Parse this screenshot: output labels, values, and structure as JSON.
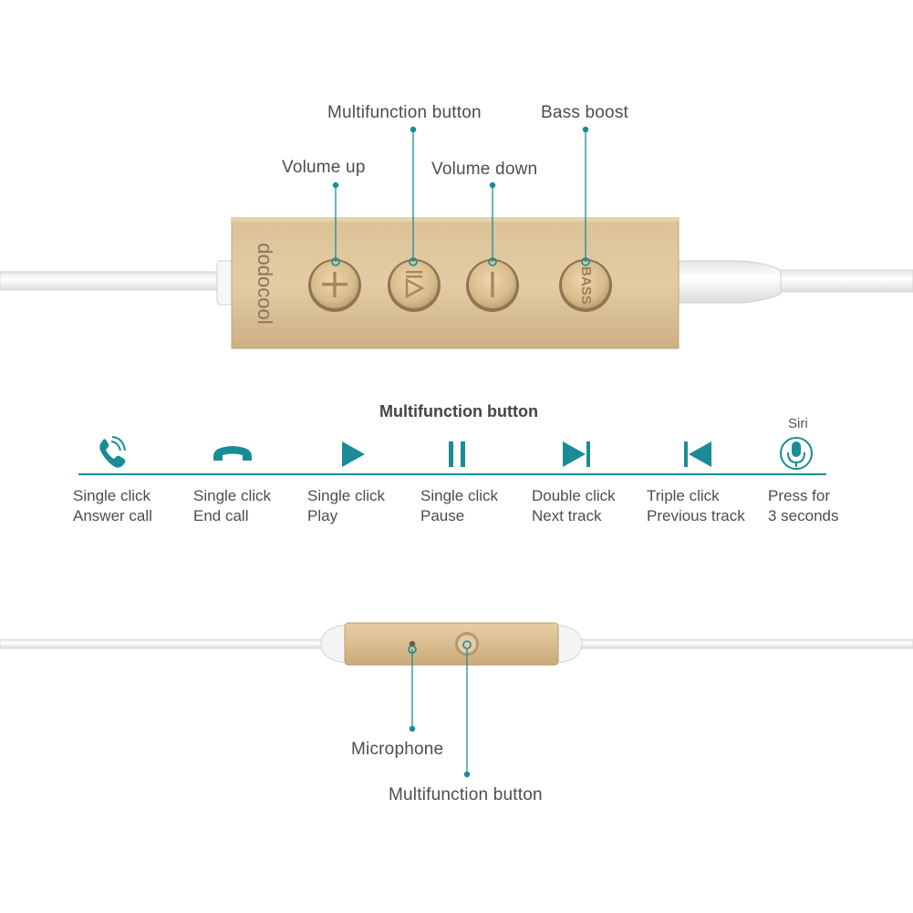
{
  "colors": {
    "accent": "#1a8c96",
    "gold": "#d4b689",
    "cable": "#ffffff"
  },
  "remote_top": {
    "brand": "dodocool",
    "callouts": {
      "multifunction": "Multifunction button",
      "bass": "Bass boost",
      "volume_up": "Volume up",
      "volume_down": "Volume down"
    },
    "buttons": [
      {
        "name": "volume-up",
        "glyph": "+"
      },
      {
        "name": "play-pause",
        "glyph": "play-pause"
      },
      {
        "name": "volume-down",
        "glyph": "−"
      },
      {
        "name": "bass",
        "glyph": "BASS"
      }
    ]
  },
  "functions": {
    "title": "Multifunction button",
    "siri_label": "Siri",
    "items": [
      {
        "icon": "phone-answer-icon",
        "line1": "Single click",
        "line2": "Answer call"
      },
      {
        "icon": "phone-hangup-icon",
        "line1": "Single click",
        "line2": "End call"
      },
      {
        "icon": "play-icon",
        "line1": "Single click",
        "line2": "Play"
      },
      {
        "icon": "pause-icon",
        "line1": "Single click",
        "line2": "Pause"
      },
      {
        "icon": "next-track-icon",
        "line1": "Double click",
        "line2": "Next track"
      },
      {
        "icon": "previous-track-icon",
        "line1": "Triple click",
        "line2": "Previous track"
      },
      {
        "icon": "microphone-icon",
        "line1": "Press for",
        "line2": "3 seconds"
      }
    ]
  },
  "remote_bottom": {
    "callouts": {
      "microphone": "Microphone",
      "multifunction": "Multifunction button"
    }
  }
}
